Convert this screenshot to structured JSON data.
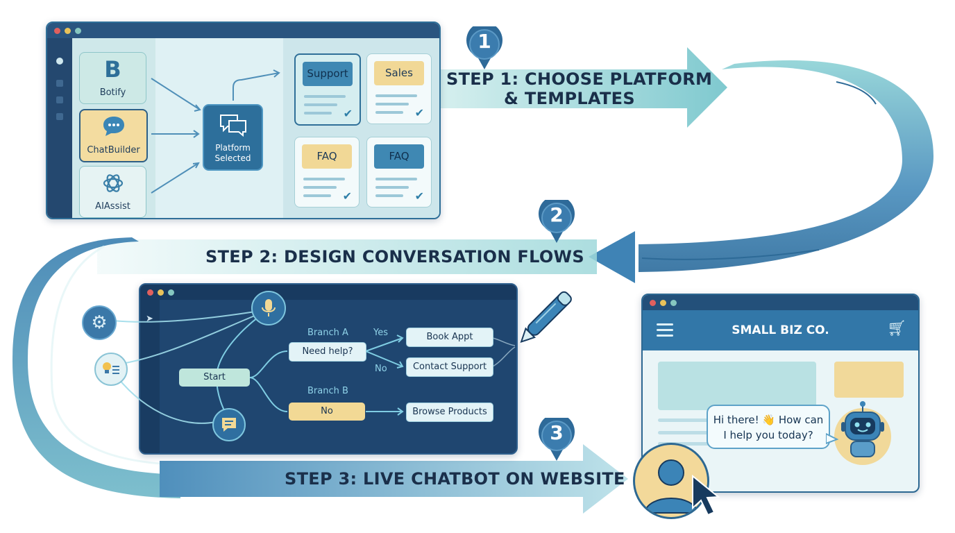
{
  "steps": [
    {
      "number": "1",
      "title_line1": "STEP 1: CHOOSE PLATFORM",
      "title_line2": "& TEMPLATES"
    },
    {
      "number": "2",
      "title": "STEP 2: DESIGN CONVERSATION FLOWS"
    },
    {
      "number": "3",
      "title": "STEP 3: LIVE CHATBOT ON WEBSITE"
    }
  ],
  "platforms": [
    {
      "label": "Botify",
      "icon": "botify-logo-icon"
    },
    {
      "label": "ChatBuilder",
      "icon": "chat-bubble-icon"
    },
    {
      "label": "AIAssist",
      "icon": "ai-knot-icon"
    }
  ],
  "platform_selected": {
    "line1": "Platform",
    "line2": "Selected",
    "icon": "chat-bubbles-icon"
  },
  "templates": [
    {
      "label": "Support",
      "checked": true
    },
    {
      "label": "Sales",
      "checked": true
    },
    {
      "label": "FAQ",
      "checked": true
    },
    {
      "label": "FAQ",
      "checked": true
    }
  ],
  "flow": {
    "start": "Start",
    "branch_a": "Branch A",
    "branch_b": "Branch B",
    "need_help": "Need help?",
    "yes": "Yes",
    "no_label": "No",
    "no_node": "No",
    "book_appt": "Book Appt",
    "contact_support": "Contact Support",
    "browse_products": "Browse Products",
    "side_icons": [
      "gear-icon",
      "lightbulb-icon",
      "microphone-icon",
      "message-icon"
    ]
  },
  "website": {
    "brand": "SMALL BIZ CO.",
    "chat_line1": "Hi there! 👋 How can",
    "chat_line2": "I help you today?",
    "icons": [
      "menu-icon",
      "cart-icon",
      "robot-icon",
      "user-avatar-icon",
      "cursor-icon"
    ]
  },
  "colors": {
    "accent": "#2f6f98",
    "arrow_teal": "#8fd3d3",
    "gold": "#f2d995",
    "dark_navy": "#1f4670"
  }
}
